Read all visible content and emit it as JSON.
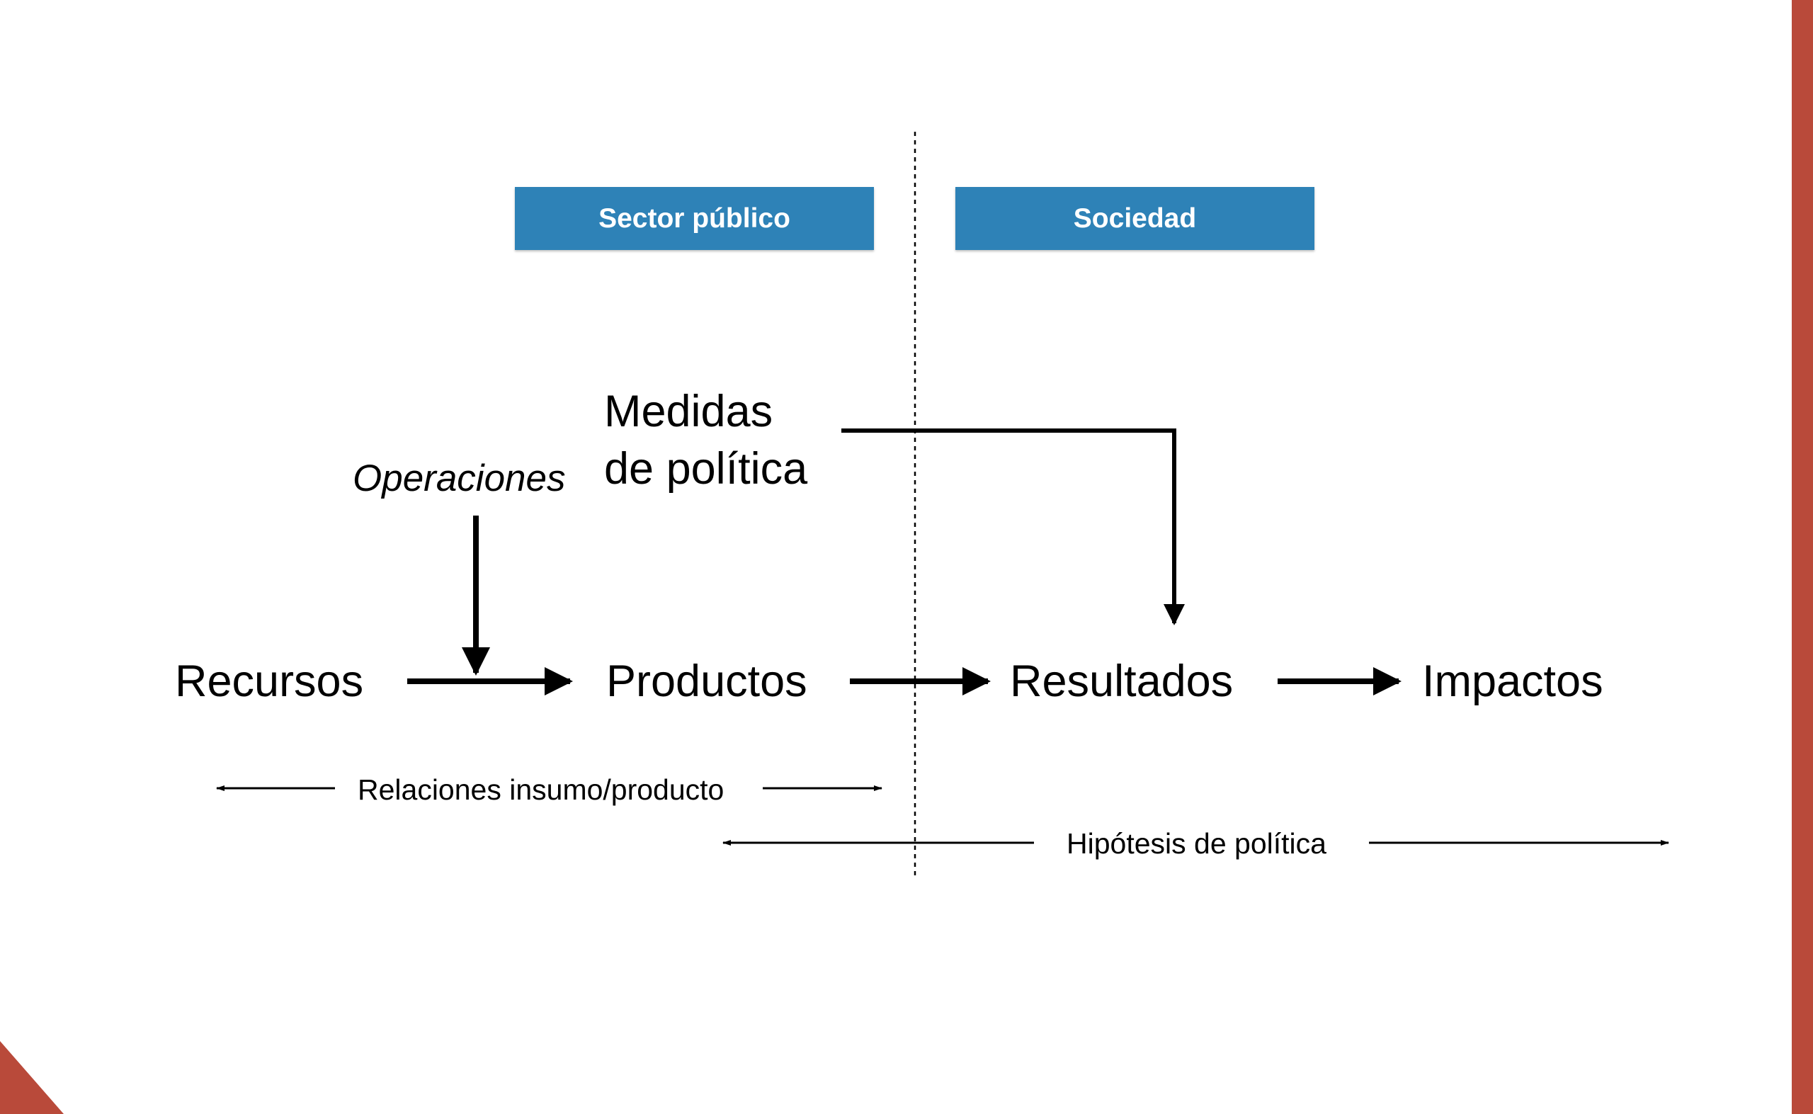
{
  "headers": {
    "sector_publico": "Sector público",
    "sociedad": "Sociedad"
  },
  "nodes": {
    "recursos": "Recursos",
    "productos": "Productos",
    "resultados": "Resultados",
    "impactos": "Impactos",
    "medidas_line1": "Medidas",
    "medidas_line2": "de política",
    "operaciones": "Operaciones"
  },
  "ranges": {
    "relaciones": "Relaciones insumo/producto",
    "hipotesis": "Hipótesis de política"
  },
  "colors": {
    "header_bg": "#2e82b7",
    "accent": "#b94a3a"
  }
}
